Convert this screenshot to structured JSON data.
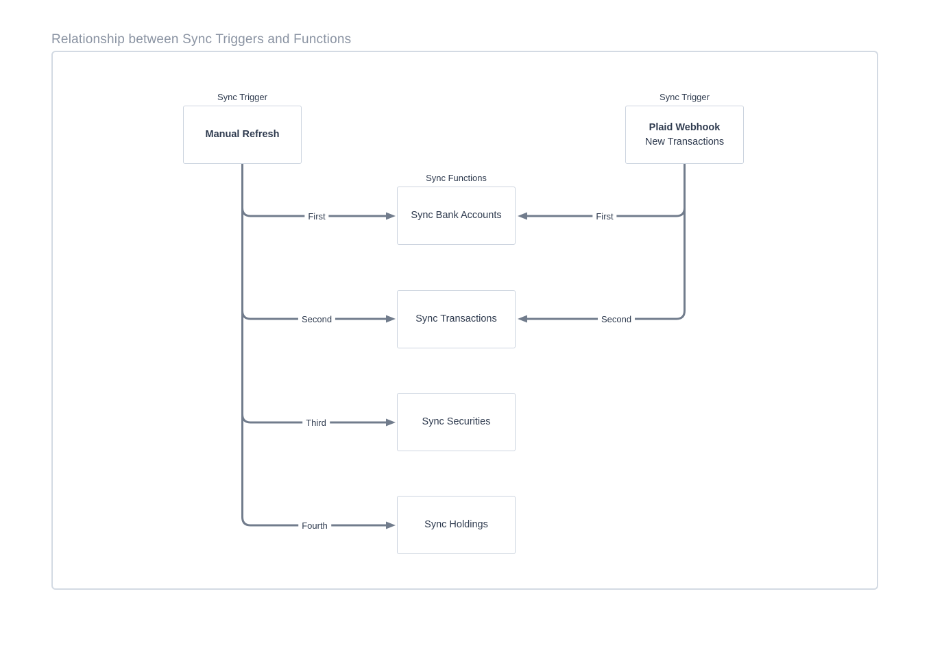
{
  "title": "Relationship between Sync Triggers and Functions",
  "colors": {
    "line": "#717c8c",
    "box_border": "#ccd4df",
    "panel_border": "#d3dae3",
    "text_dark": "#2e3a4e",
    "title_color": "#8a93a2"
  },
  "triggers": [
    {
      "caption": "Sync Trigger",
      "name": "Manual Refresh",
      "subtitle": ""
    },
    {
      "caption": "Sync Trigger",
      "name": "Plaid Webhook",
      "subtitle": "New Transactions"
    }
  ],
  "functions_caption": "Sync Functions",
  "functions": [
    {
      "label": "Sync Bank Accounts"
    },
    {
      "label": "Sync Transactions"
    },
    {
      "label": "Sync Securities"
    },
    {
      "label": "Sync Holdings"
    }
  ],
  "edges": {
    "manual_refresh": [
      "First",
      "Second",
      "Third",
      "Fourth"
    ],
    "plaid_webhook": [
      "First",
      "Second"
    ]
  }
}
